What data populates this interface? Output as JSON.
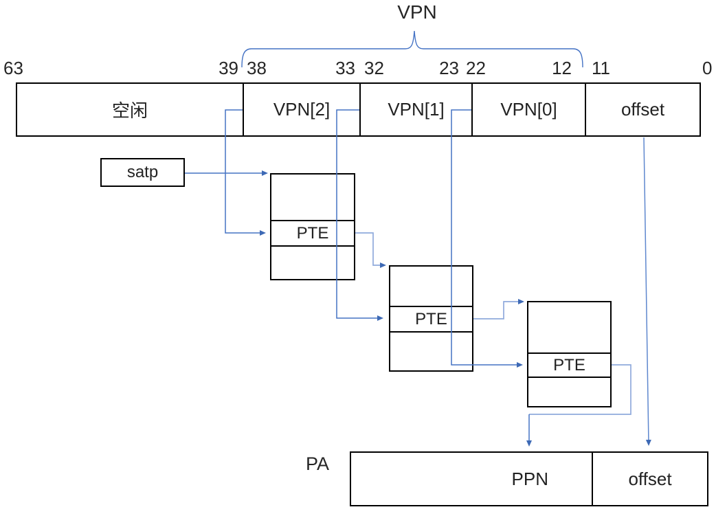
{
  "brace": {
    "title": "VPN"
  },
  "va_bar": {
    "bits": {
      "b63": "63",
      "b39": "39",
      "b38": "38",
      "b33": "33",
      "b32": "32",
      "b23": "23",
      "b22": "22",
      "b12": "12",
      "b11": "11",
      "b0": "0"
    },
    "segments": {
      "free": "空闲",
      "vpn2": "VPN[2]",
      "vpn1": "VPN[1]",
      "vpn0": "VPN[0]",
      "offset": "offset"
    }
  },
  "satp": {
    "label": "satp"
  },
  "page_tables": {
    "level2": {
      "pte": "PTE"
    },
    "level1": {
      "pte": "PTE"
    },
    "level0": {
      "pte": "PTE"
    }
  },
  "pa": {
    "label": "PA",
    "ppn": "PPN",
    "offset": "offset"
  },
  "colors": {
    "connector_dark": "#4472C4",
    "connector_light": "#8FAADC",
    "arrowhead": "#3D69B5",
    "box_border": "#000000"
  }
}
